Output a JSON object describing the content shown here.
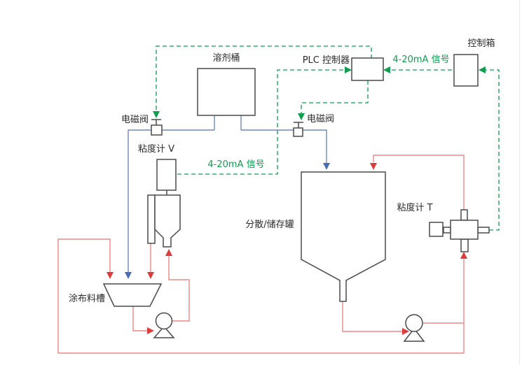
{
  "diagram": {
    "labels": {
      "solvent_barrel": "溶剂桶",
      "plc_controller": "PLC 控制器",
      "control_box": "控制箱",
      "signal_top": "4-20mA 信号",
      "signal_left": "4-20mA 信号",
      "solenoid_valve_left": "电磁阀",
      "solenoid_valve_right": "电磁阀",
      "viscometer_v": "粘度计 V",
      "viscometer_t": "粘度计 T",
      "dispersion_tank": "分散/储存罐",
      "coating_trough": "涂布料槽"
    },
    "colors": {
      "signal_green": "#0f9d4f",
      "solvent_blue": "#6e87c3",
      "solvent_blue_arrow": "#4a6cb3",
      "flow_red_line": "#ef8686",
      "flow_red_arrow": "#dc3c3c",
      "equipment_outline": "#4a4a4a",
      "label_text": "#2b2b2b"
    }
  }
}
